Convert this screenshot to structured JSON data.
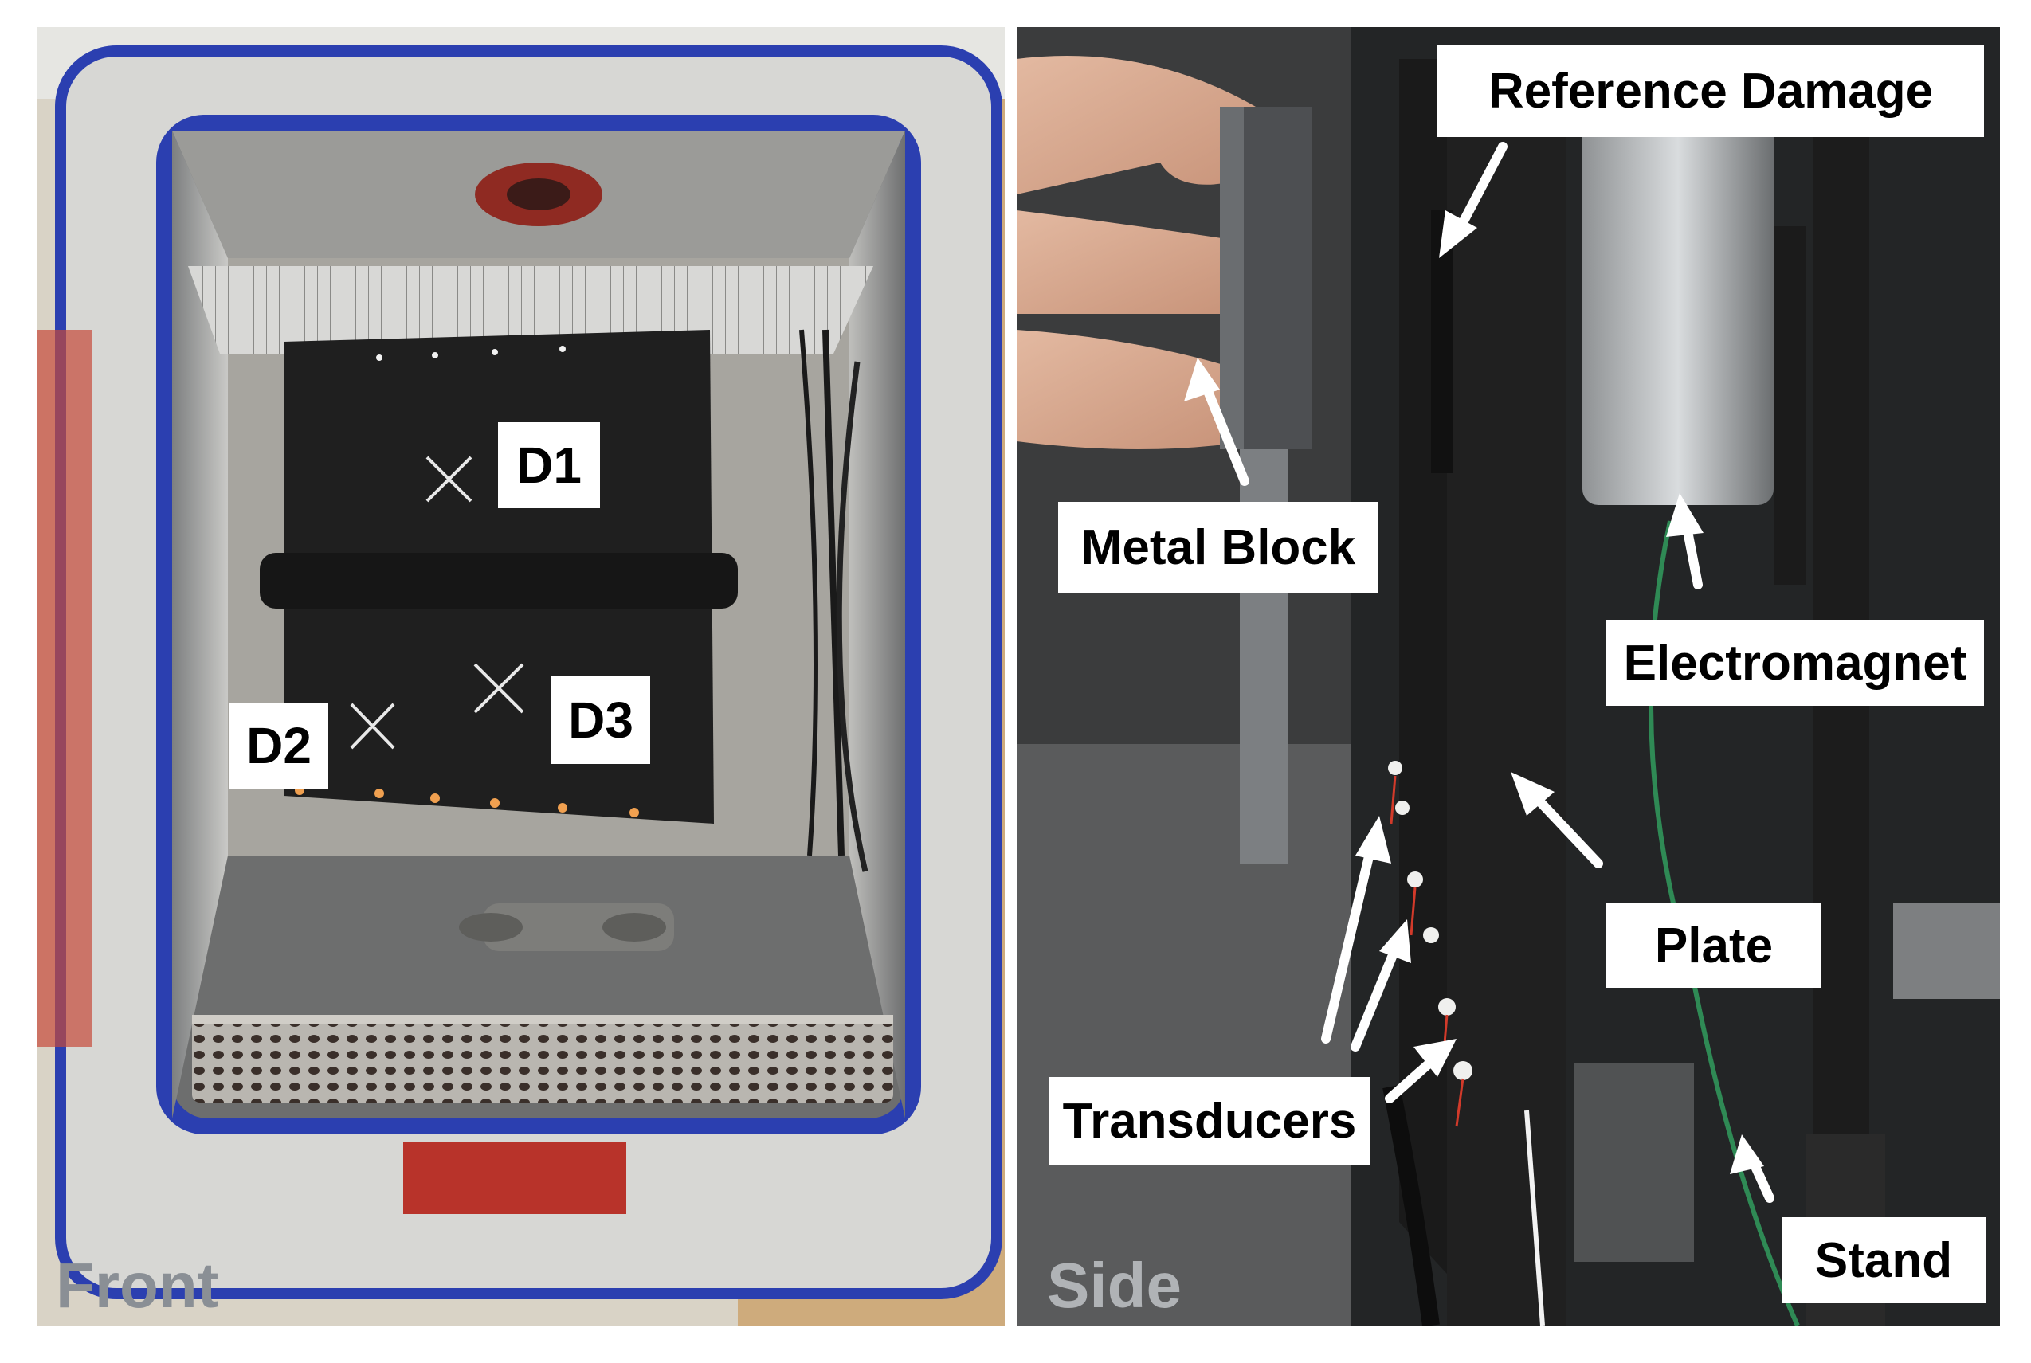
{
  "front": {
    "caption": "Front",
    "markers": [
      {
        "id": "d1",
        "label": "D1"
      },
      {
        "id": "d2",
        "label": "D2"
      },
      {
        "id": "d3",
        "label": "D3"
      }
    ]
  },
  "side": {
    "caption": "Side",
    "callouts": [
      {
        "id": "reference-damage",
        "label": "Reference Damage"
      },
      {
        "id": "metal-block",
        "label": "Metal Block"
      },
      {
        "id": "electromagnet",
        "label": "Electromagnet"
      },
      {
        "id": "plate",
        "label": "Plate"
      },
      {
        "id": "transducers",
        "label": "Transducers"
      },
      {
        "id": "stand",
        "label": "Stand"
      }
    ]
  },
  "colors": {
    "door_seal": "#2b3fb0",
    "plate": "#1f1f1f",
    "callout_bg": "#ffffff",
    "caption": "#8a8f95"
  }
}
